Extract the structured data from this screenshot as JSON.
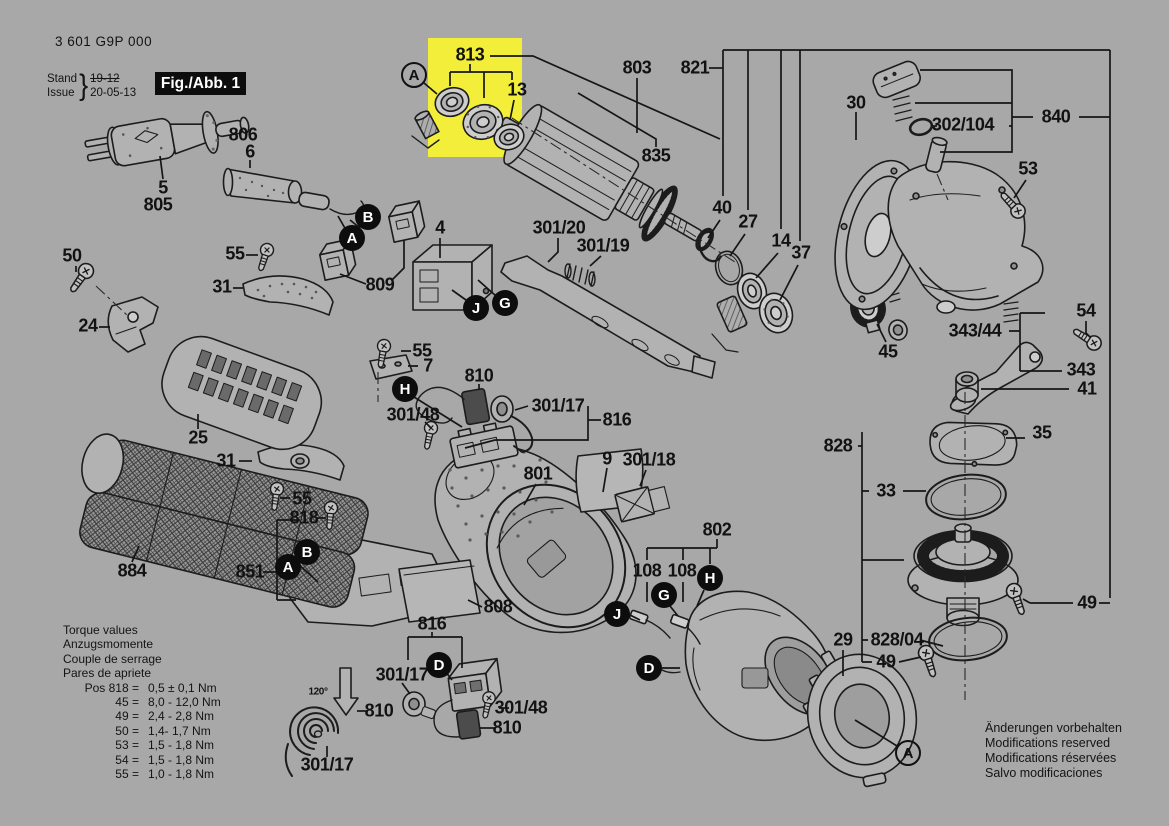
{
  "colors": {
    "background": "#a8a8a8",
    "highlight": "#f2ee39",
    "ink": "#161616"
  },
  "header": {
    "part_number": "3 601 G9P 000",
    "stand_label": "Stand",
    "issue_label": "Issue",
    "brace": "}",
    "stand_value": "19-12",
    "issue_value": "20-05-13",
    "figure_label": "Fig./Abb. 1"
  },
  "labels": {
    "p813": "813",
    "p13": "13",
    "p803": "803",
    "p821": "821",
    "p835": "835",
    "p30": "30",
    "p302_104": "302/104",
    "p840": "840",
    "p53": "53",
    "p806": "806",
    "p6": "6",
    "p5": "5",
    "p805": "805",
    "p55a": "55",
    "p50": "50",
    "p24": "24",
    "p31a": "31",
    "p809": "809",
    "p4": "4",
    "p301_20": "301/20",
    "p301_19": "301/19",
    "p40": "40",
    "p27": "27",
    "p14": "14",
    "p37": "37",
    "p45": "45",
    "p343_44": "343/44",
    "p54": "54",
    "p343": "343",
    "p41": "41",
    "p35": "35",
    "p33": "33",
    "p828": "828",
    "p25": "25",
    "p31b": "31",
    "p55b": "55",
    "p818": "818",
    "p851": "851",
    "p884": "884",
    "p55c": "55",
    "p7": "7",
    "p810a": "810",
    "p301_48a": "301/48",
    "p301_17a": "301/17",
    "p816a": "816",
    "p801": "801",
    "p9": "9",
    "p301_18": "301/18",
    "p808": "808",
    "p802": "802",
    "p108a": "108",
    "p108b": "108",
    "p29": "29",
    "p828_04": "828/04",
    "p49a": "49",
    "p49b": "49",
    "p816b": "816",
    "p301_17b": "301/17",
    "p810b": "810",
    "p120": "120°",
    "p301_17c": "301/17",
    "p301_48b": "301/48",
    "p810c": "810"
  },
  "markers": {
    "a": "A",
    "b": "B",
    "d": "D",
    "g": "G",
    "h": "H",
    "j": "J"
  },
  "torque_table": {
    "titles": [
      "Torque values",
      "Anzugsmomente",
      "Couple de serrage",
      "Pares de apriete"
    ],
    "rows": [
      [
        "Pos 818 =",
        "0,5 ± 0,1 Nm"
      ],
      [
        "45 =",
        "8,0 - 12,0 Nm"
      ],
      [
        "49 =",
        "2,4 - 2,8 Nm"
      ],
      [
        "50 =",
        "1,4- 1,7 Nm"
      ],
      [
        "53 =",
        "1,5 - 1,8 Nm"
      ],
      [
        "54 =",
        "1,5 - 1,8 Nm"
      ],
      [
        "55 =",
        "1,0 - 1,8 Nm"
      ]
    ]
  },
  "footer_notice": {
    "lines": [
      "Änderungen vorbehalten",
      "Modifications reserved",
      "Modifications réservées",
      "Salvo modificaciones"
    ]
  }
}
